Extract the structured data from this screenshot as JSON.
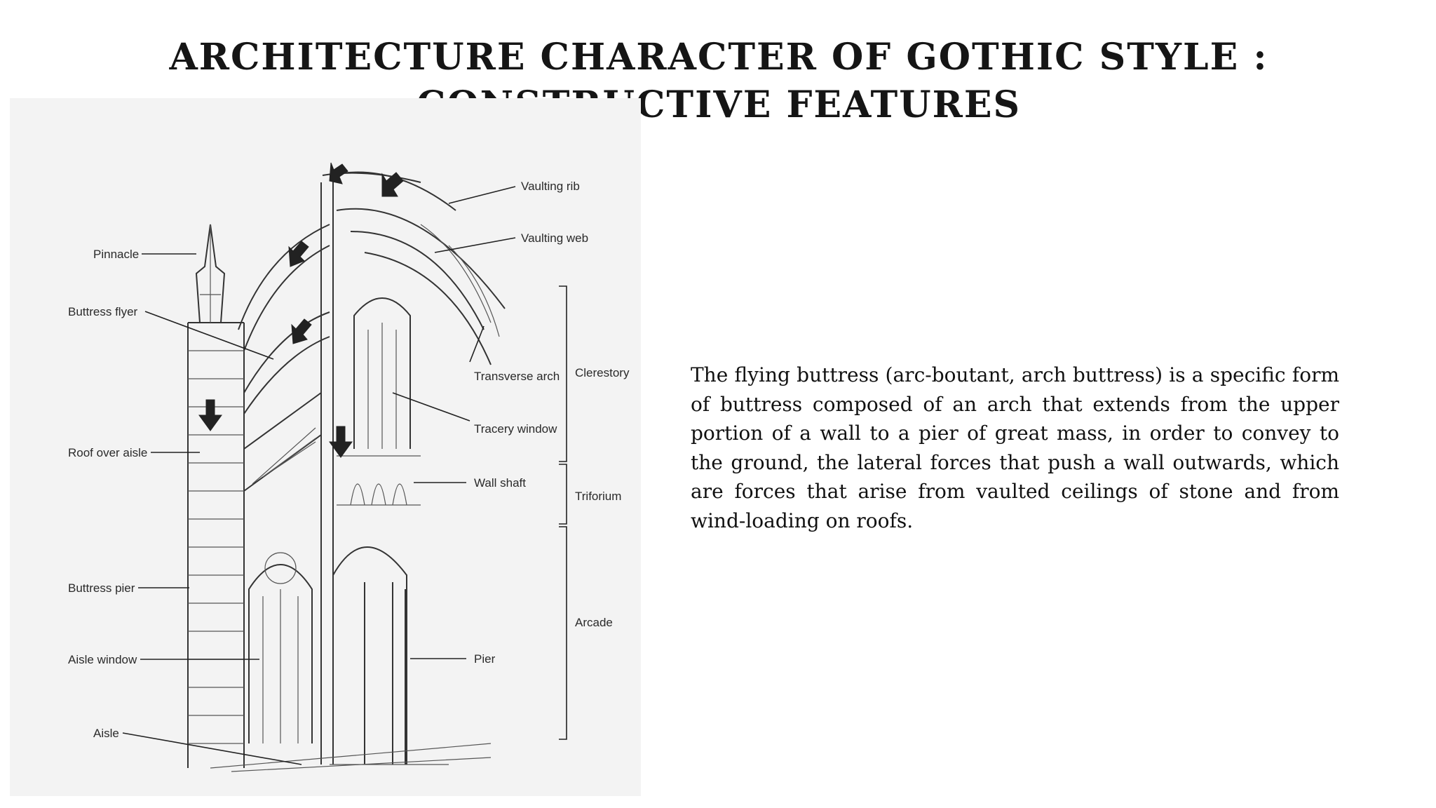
{
  "slide": {
    "title": "Architecture Character of Gothic Style : Constructive features",
    "body": "The flying buttress (arc-boutant, arch buttress) is a specific form of buttress composed of an arch that extends from the upper portion of a wall to a pier of great mass, in order to convey to the ground, the lateral forces that push a wall outwards, which are forces that arise from vaulted ceilings of stone and from wind-loading on roofs."
  },
  "diagram": {
    "labels_left": [
      "Pinnacle",
      "Buttress flyer",
      "Roof over aisle",
      "Buttress pier",
      "Aisle window",
      "Aisle"
    ],
    "labels_right": [
      "Vaulting rib",
      "Vaulting web",
      "Transverse arch",
      "Tracery window",
      "Wall shaft",
      "Pier"
    ],
    "zones": [
      "Clerestory",
      "Triforium",
      "Arcade"
    ]
  }
}
